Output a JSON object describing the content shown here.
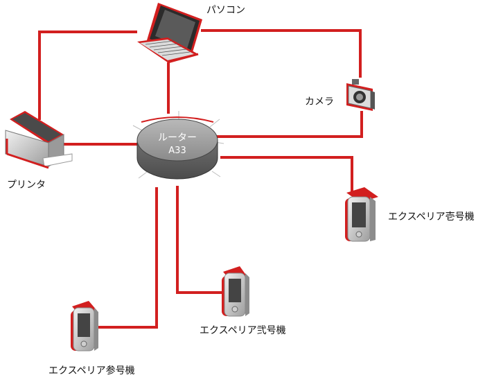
{
  "router": {
    "name": "ルーター",
    "model": "A33"
  },
  "devices": {
    "pc": "パソコン",
    "camera": "カメラ",
    "printer": "プリンタ",
    "phone1": "エクスペリア壱号機",
    "phone2": "エクスペリア弐号機",
    "phone3": "エクスペリア参号機"
  },
  "colors": {
    "link": "#d21f1f",
    "router": "#8f8f8f",
    "device": "#b8b8b8"
  }
}
